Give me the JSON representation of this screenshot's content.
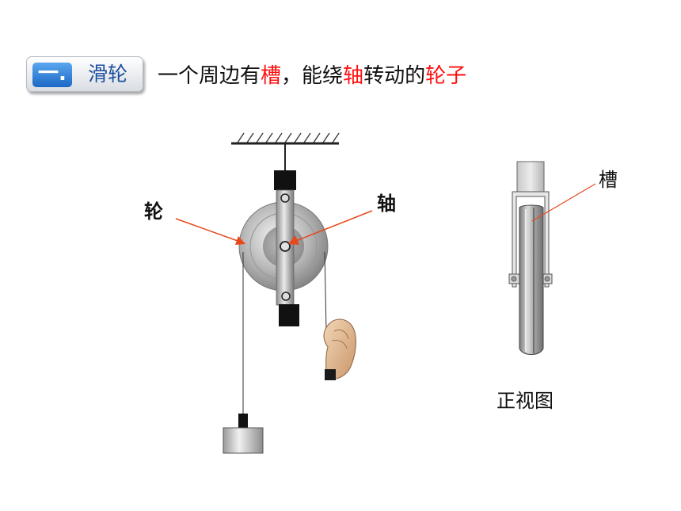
{
  "header": {
    "section_number": "一.",
    "section_title": "滑轮",
    "definition": [
      {
        "text": "一个周边有",
        "highlight": false
      },
      {
        "text": "槽",
        "highlight": true
      },
      {
        "text": "，能绕",
        "highlight": false
      },
      {
        "text": "轴",
        "highlight": true
      },
      {
        "text": "转动的",
        "highlight": false
      },
      {
        "text": "轮子",
        "highlight": true
      }
    ],
    "highlight_color": "#ff1010"
  },
  "diagram": {
    "wheel_label": "轮",
    "axle_label": "轴",
    "groove_label": "槽",
    "front_view_caption": "正视图",
    "arrow_color": "#e8481c"
  }
}
